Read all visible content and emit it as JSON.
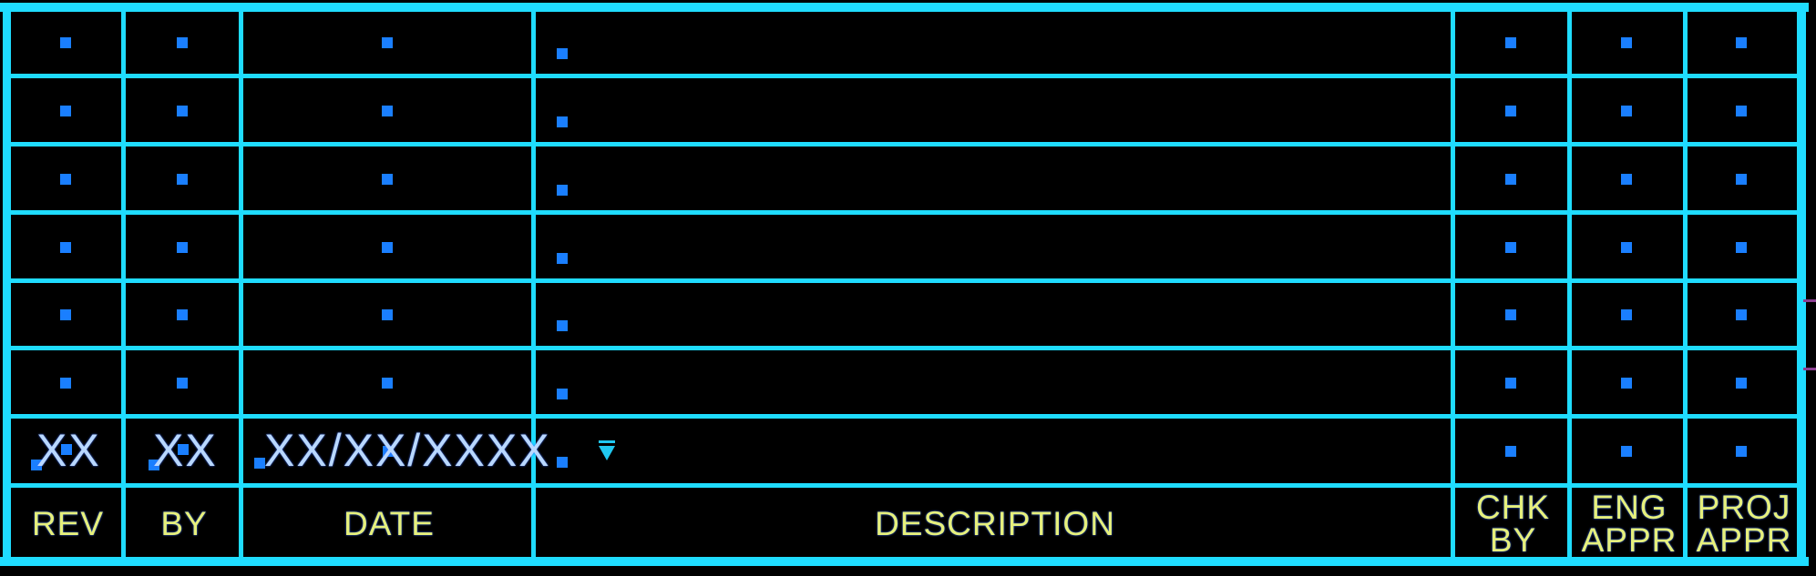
{
  "title_block": {
    "headers": {
      "rev": "REV",
      "by": "BY",
      "date": "DATE",
      "description": "DESCRIPTION",
      "chk_by": [
        "CHK",
        "BY"
      ],
      "eng_appr": [
        "ENG",
        "APPR"
      ],
      "proj_appr": [
        "PROJ",
        "APPR"
      ]
    },
    "placeholder_row": {
      "rev": "XX",
      "by": "XX",
      "date": "XX/XX/XXXX"
    },
    "empty_rows": 6,
    "colors": {
      "line": "#1fdcff",
      "grip": "#1a7fff",
      "header_text": "#e6f07c",
      "placeholder_text": "#b9d8ff"
    }
  }
}
